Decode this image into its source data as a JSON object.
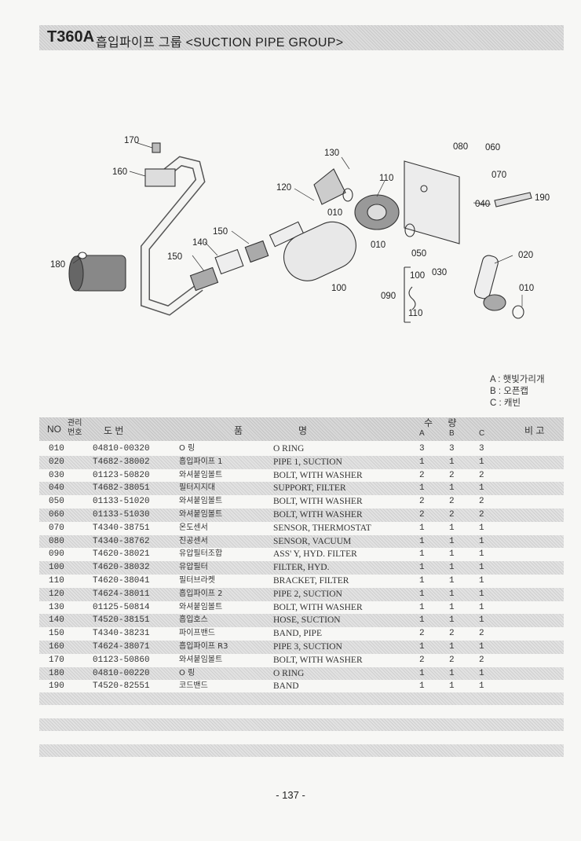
{
  "header": {
    "model": "T360A",
    "title": "흡입파이프 그룹 <SUCTION PIPE GROUP>"
  },
  "legend": [
    "A : 햇빛가리개",
    "B : 오픈캡",
    "C : 캐빈"
  ],
  "callouts": [
    "170",
    "160",
    "130",
    "080",
    "060",
    "070",
    "110",
    "120",
    "010",
    "040",
    "190",
    "180",
    "150",
    "140",
    "150",
    "010",
    "050",
    "020",
    "100",
    "030",
    "090",
    "110",
    "100",
    "010"
  ],
  "table": {
    "headers": {
      "no": "NO",
      "mgmt": "관리 번호",
      "drawing": "도 번",
      "part": "품",
      "name": "명",
      "qty": "수 량",
      "a": "A",
      "b": "B",
      "c": "C",
      "remarks": "비 고"
    },
    "rows": [
      {
        "no": "010",
        "pn": "04810-00320",
        "kr": "O 링",
        "en": "O RING",
        "a": "3",
        "b": "3",
        "c": "3"
      },
      {
        "no": "020",
        "pn": "T4682-38002",
        "kr": "흡입파이프 1",
        "en": "PIPE 1, SUCTION",
        "a": "1",
        "b": "1",
        "c": "1"
      },
      {
        "no": "030",
        "pn": "01123-50820",
        "kr": "와셔붙임볼트",
        "en": "BOLT, WITH WASHER",
        "a": "2",
        "b": "2",
        "c": "2"
      },
      {
        "no": "040",
        "pn": "T4682-38051",
        "kr": "필터지지대",
        "en": "SUPPORT, FILTER",
        "a": "1",
        "b": "1",
        "c": "1"
      },
      {
        "no": "050",
        "pn": "01133-51020",
        "kr": "와셔붙임볼트",
        "en": "BOLT, WITH WASHER",
        "a": "2",
        "b": "2",
        "c": "2"
      },
      {
        "no": "060",
        "pn": "01133-51030",
        "kr": "와셔붙임볼트",
        "en": "BOLT, WITH WASHER",
        "a": "2",
        "b": "2",
        "c": "2"
      },
      {
        "no": "070",
        "pn": "T4340-38751",
        "kr": "온도센서",
        "en": "SENSOR, THERMOSTAT",
        "a": "1",
        "b": "1",
        "c": "1"
      },
      {
        "no": "080",
        "pn": "T4340-38762",
        "kr": "진공센서",
        "en": "SENSOR, VACUUM",
        "a": "1",
        "b": "1",
        "c": "1"
      },
      {
        "no": "090",
        "pn": "T4620-38021",
        "kr": "유압필터조합",
        "en": "ASS' Y, HYD. FILTER",
        "a": "1",
        "b": "1",
        "c": "1"
      },
      {
        "no": "100",
        "pn": "T4620-38032",
        "kr": "유압필터",
        "en": "FILTER, HYD.",
        "a": "1",
        "b": "1",
        "c": "1"
      },
      {
        "no": "110",
        "pn": "T4620-38041",
        "kr": "필터브라켓",
        "en": "BRACKET, FILTER",
        "a": "1",
        "b": "1",
        "c": "1"
      },
      {
        "no": "120",
        "pn": "T4624-38011",
        "kr": "흡입파이프 2",
        "en": "PIPE 2, SUCTION",
        "a": "1",
        "b": "1",
        "c": "1"
      },
      {
        "no": "130",
        "pn": "01125-50814",
        "kr": "와셔붙임볼트",
        "en": "BOLT, WITH WASHER",
        "a": "1",
        "b": "1",
        "c": "1"
      },
      {
        "no": "140",
        "pn": "T4520-38151",
        "kr": "흡입호스",
        "en": "HOSE, SUCTION",
        "a": "1",
        "b": "1",
        "c": "1"
      },
      {
        "no": "150",
        "pn": "T4340-38231",
        "kr": "파이프밴드",
        "en": "BAND, PIPE",
        "a": "2",
        "b": "2",
        "c": "2"
      },
      {
        "no": "160",
        "pn": "T4624-38071",
        "kr": "흡입파이프 R3",
        "en": "PIPE 3, SUCTION",
        "a": "1",
        "b": "1",
        "c": "1"
      },
      {
        "no": "170",
        "pn": "01123-50860",
        "kr": "와셔붙임볼트",
        "en": "BOLT, WITH WASHER",
        "a": "2",
        "b": "2",
        "c": "2"
      },
      {
        "no": "180",
        "pn": "04810-00220",
        "kr": "O 링",
        "en": "O RING",
        "a": "1",
        "b": "1",
        "c": "1"
      },
      {
        "no": "190",
        "pn": "T4520-82551",
        "kr": "코드밴드",
        "en": "BAND",
        "a": "1",
        "b": "1",
        "c": "1"
      }
    ]
  },
  "page_number": "- 137 -"
}
